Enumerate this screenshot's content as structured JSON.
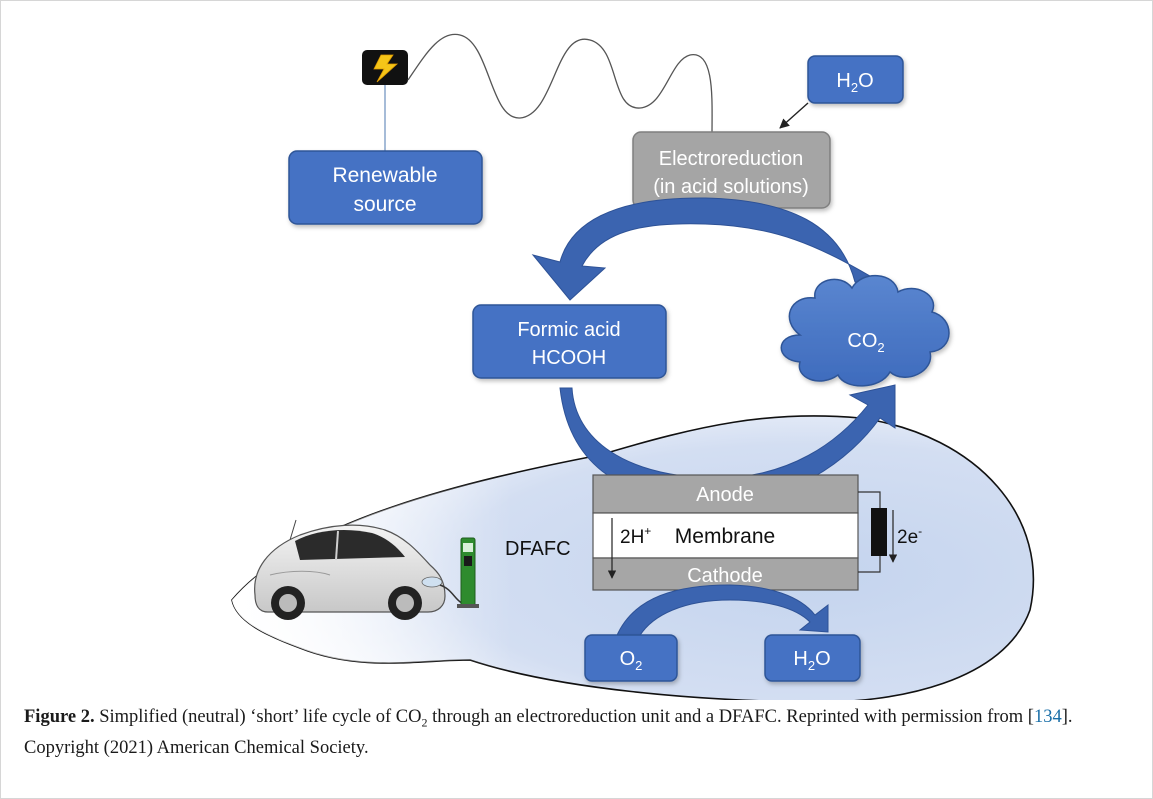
{
  "diagram": {
    "nodes": {
      "h2o_top": {
        "main": "H",
        "sub": "2",
        "tail": "O"
      },
      "electroreduction": {
        "line1": "Electroreduction",
        "line2": "(in acid solutions)"
      },
      "renewable": {
        "line1": "Renewable",
        "line2": "source"
      },
      "formic": {
        "line1": "Formic acid",
        "line2": "HCOOH"
      },
      "co2": {
        "main": "CO",
        "sub": "2"
      },
      "anode": "Anode",
      "membrane": "Membrane",
      "cathode": "Cathode",
      "proton": {
        "main": "2H",
        "sup": "+"
      },
      "electron": {
        "main": "2e",
        "sup": "-"
      },
      "dfafc": "DFAFC",
      "o2": {
        "main": "O",
        "sub": "2"
      },
      "h2o_bottom": {
        "main": "H",
        "sub": "2",
        "tail": "O"
      }
    },
    "icons": [
      "lightning-bolt-icon",
      "electric-car-icon",
      "charging-station-icon",
      "co2-cloud-icon"
    ],
    "colors": {
      "box_blue": "#4472c4",
      "box_border": "#2f5597",
      "box_gray": "#a5a5a5",
      "arrow_blue": "#3b64b0",
      "bubble_fill": "#c9d7ee",
      "layer_gray": "#a6a6a6"
    }
  },
  "caption": {
    "label": "Figure 2.",
    "text_part1": " Simplified (neutral) ‘short’ life cycle of CO",
    "text_sub": "2",
    "text_part2": " through an electroreduction unit and a DFAFC. Reprinted with permission from [",
    "ref": "134",
    "text_part3": "]. Copyright (2021) American Chemical Society."
  }
}
